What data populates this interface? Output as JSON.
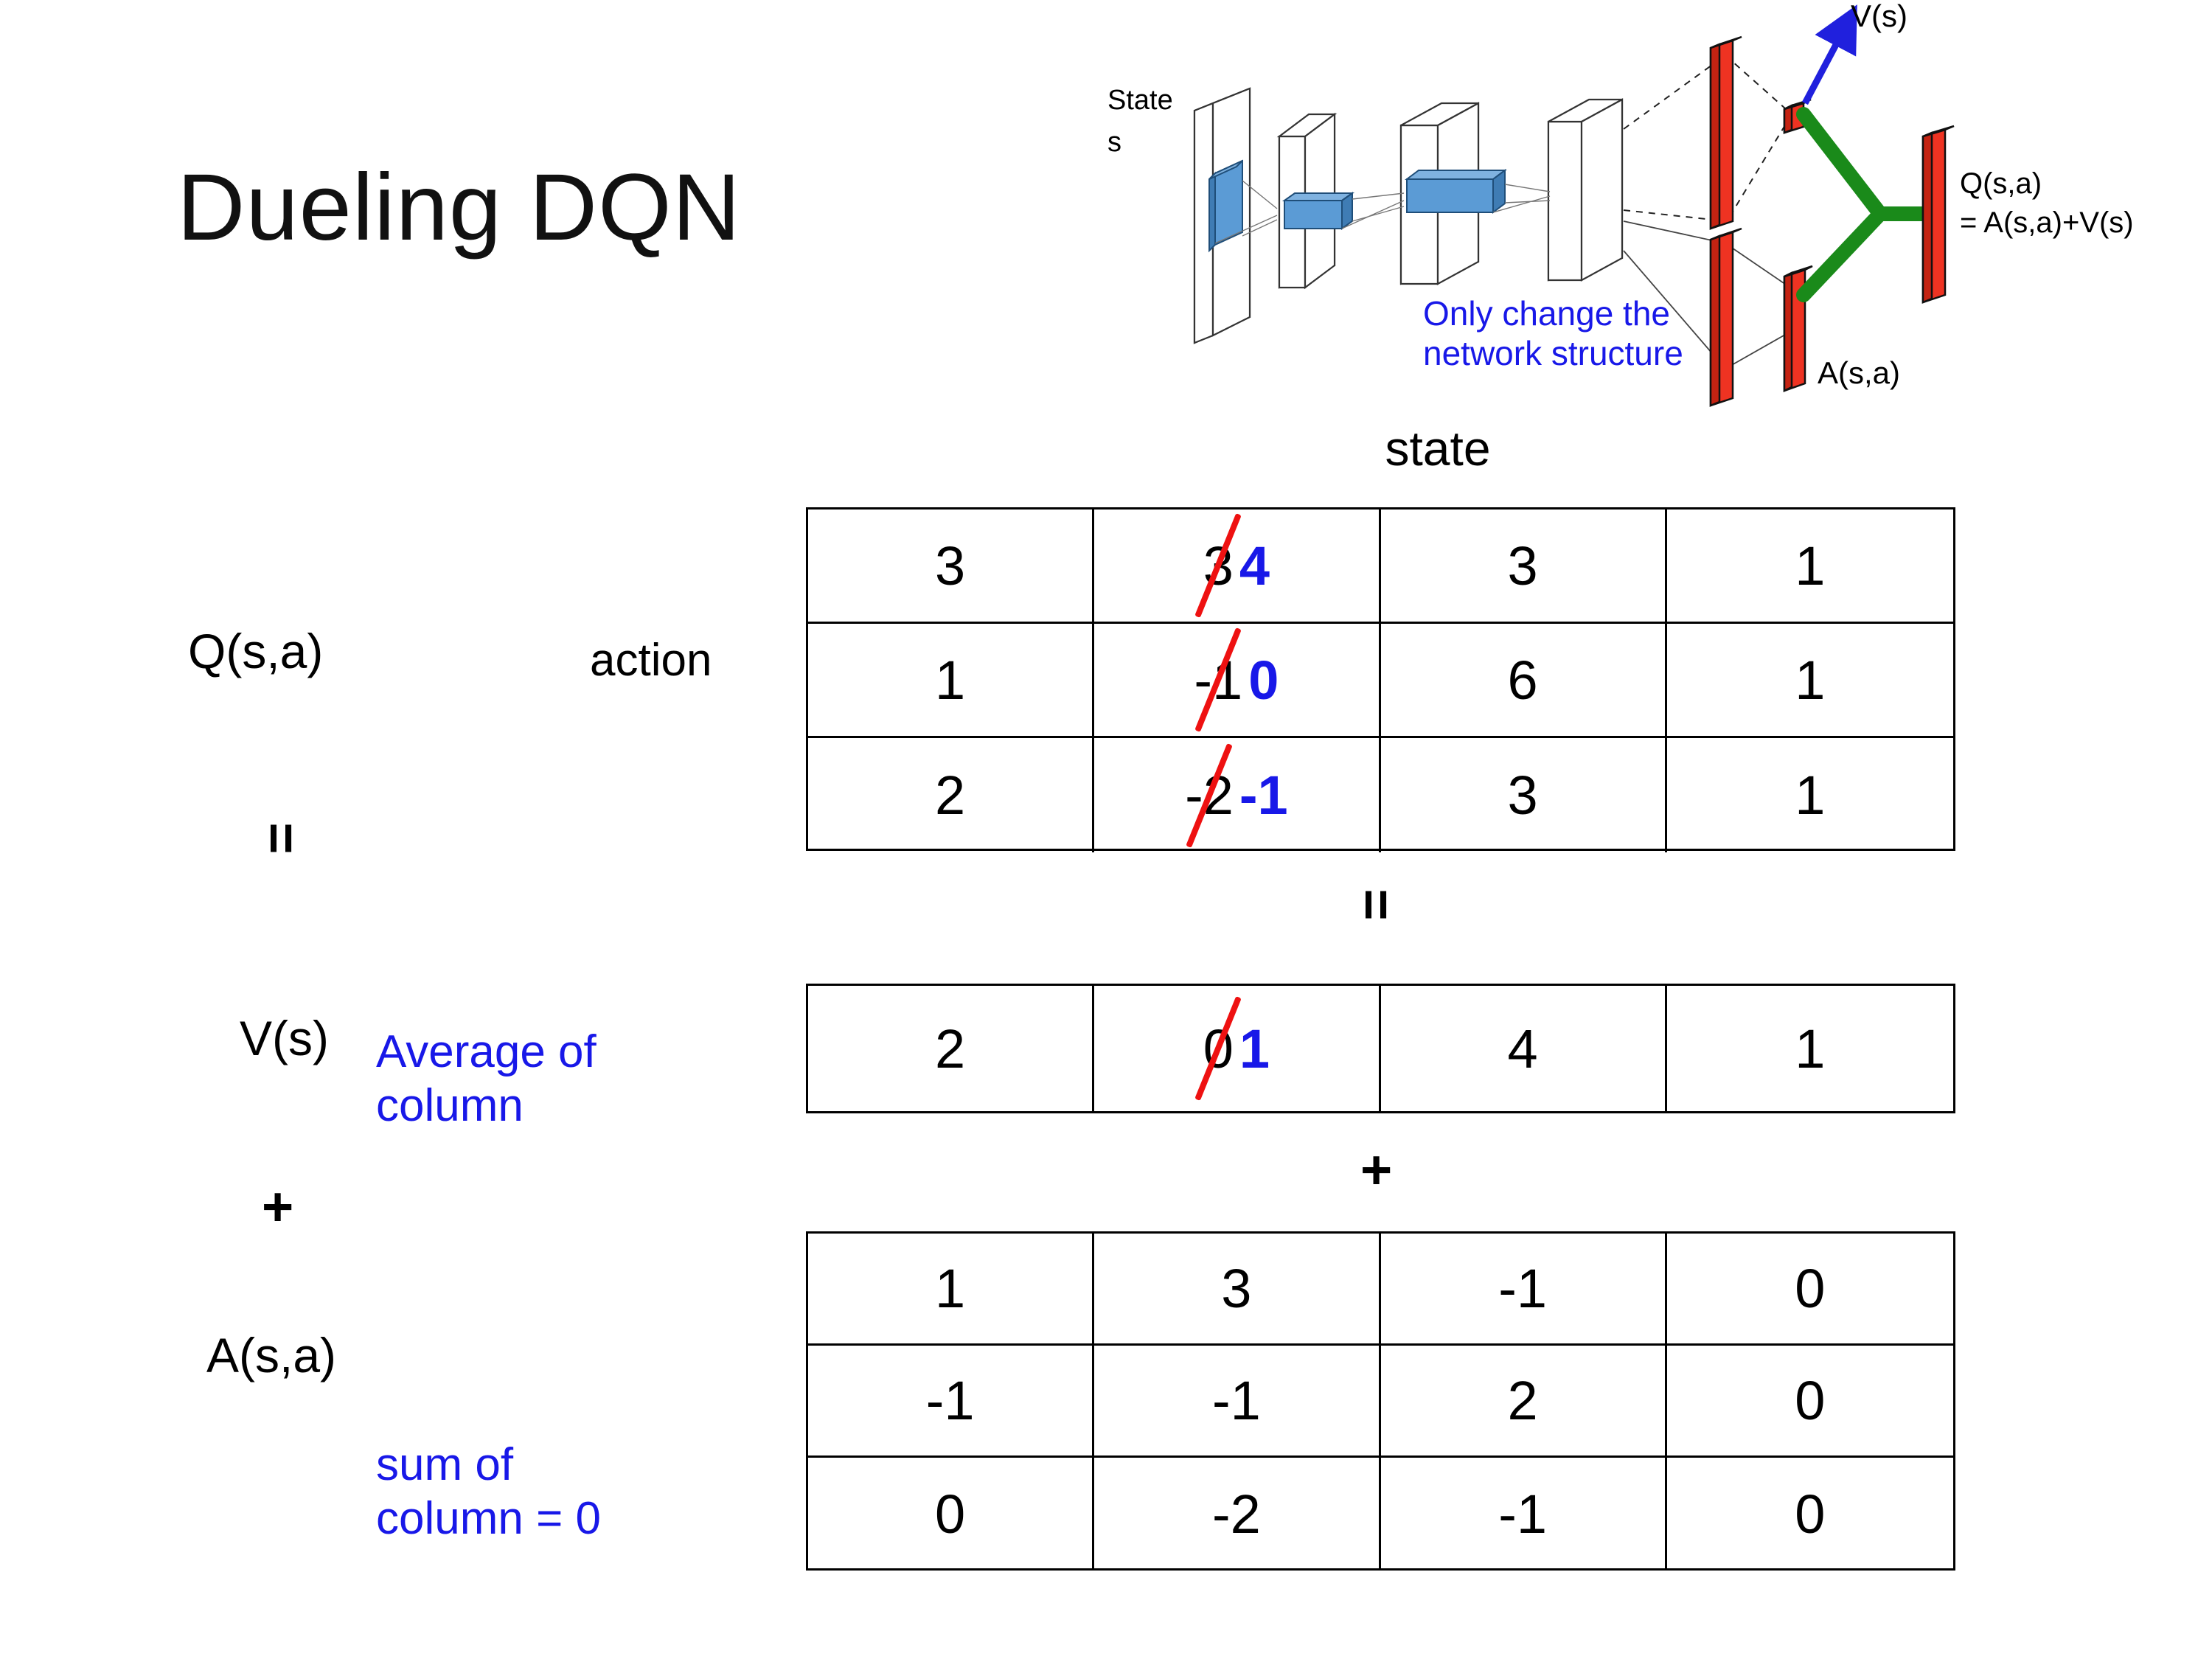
{
  "slide": {
    "title": "Dueling DQN"
  },
  "figure": {
    "state_label_line1": "State",
    "state_label_line2": "s",
    "note_line1": "Only change the",
    "note_line2": "network structure",
    "value_label": "V(s)",
    "advantage_label": "A(s,a)",
    "q_label_line1": "Q(s,a)",
    "q_label_line2": "= A(s,a)+V(s)",
    "colors": {
      "note": "#1818E8",
      "arrow": "#2020DD",
      "bars": "#EE3322",
      "merge": "#1A8A1A",
      "blocks": "#5B9BD5"
    }
  },
  "labels": {
    "state_header": "state",
    "action": "action",
    "q": "Q(s,a)",
    "v": "V(s)",
    "a": "A(s,a)",
    "equals_left": "=",
    "plus_left": "+",
    "equals_mid": "=",
    "plus_mid": "+",
    "avg_note_line1": "Average of",
    "avg_note_line2": "column",
    "sum_note_line1": "sum of",
    "sum_note_line2": "column = 0"
  },
  "chart_data": {
    "type": "table",
    "title": "Dueling DQN",
    "xlabel": "state",
    "ylabel": "action",
    "tables": [
      {
        "name": "Q(s,a)",
        "rows": [
          [
            "3",
            "3",
            "3",
            "1"
          ],
          [
            "1",
            "-1",
            "6",
            "1"
          ],
          [
            "2",
            "-2",
            "3",
            "1"
          ]
        ],
        "edits": [
          {
            "row": 0,
            "col": 1,
            "old": "3",
            "new": "4"
          },
          {
            "row": 1,
            "col": 1,
            "old": "-1",
            "new": "0"
          },
          {
            "row": 2,
            "col": 1,
            "old": "-2",
            "new": "-1"
          }
        ]
      },
      {
        "name": "V(s)",
        "rows": [
          [
            "2",
            "0",
            "4",
            "1"
          ]
        ],
        "edits": [
          {
            "row": 0,
            "col": 1,
            "old": "0",
            "new": "1"
          }
        ]
      },
      {
        "name": "A(s,a)",
        "rows": [
          [
            "1",
            "3",
            "-1",
            "0"
          ],
          [
            "-1",
            "-1",
            "2",
            "0"
          ],
          [
            "0",
            "-2",
            "-1",
            "0"
          ]
        ],
        "edits": []
      }
    ],
    "relation": "Q(s,a) = V(s) + A(s,a)",
    "annotations": [
      "Average of column",
      "sum of column = 0"
    ],
    "colors": {
      "new_value": "#1818E8",
      "strike": "#EE1111"
    }
  }
}
